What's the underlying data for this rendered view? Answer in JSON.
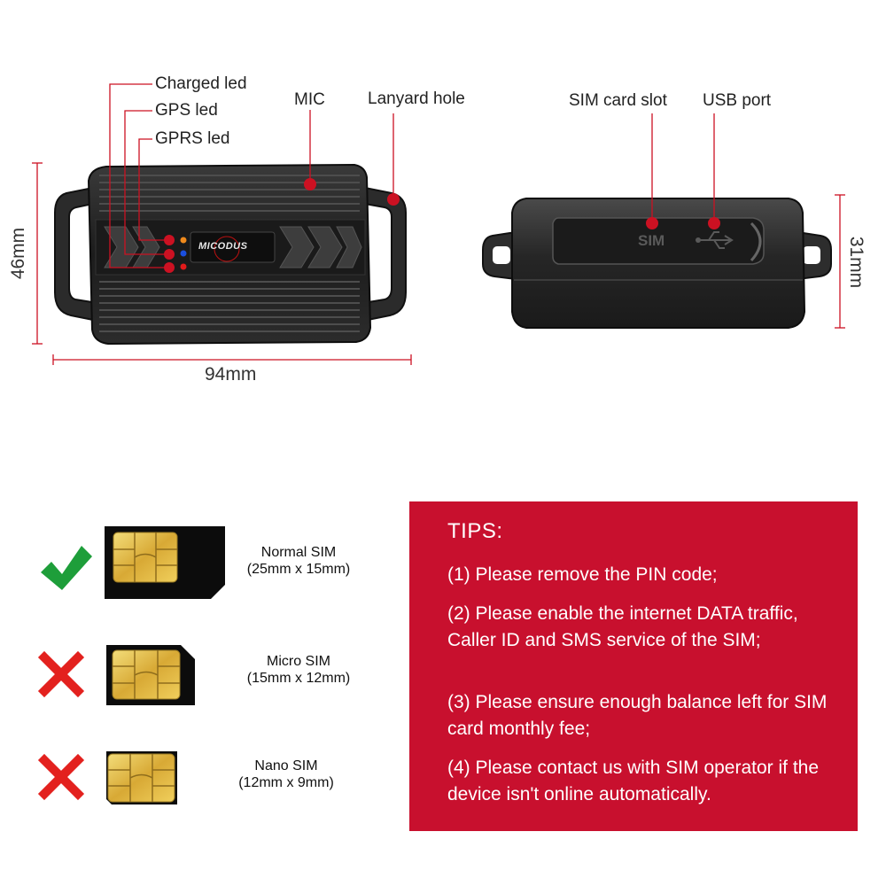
{
  "callouts": {
    "charged_led": "Charged led",
    "gps_led": "GPS led",
    "gprs_led": "GPRS led",
    "mic": "MIC",
    "lanyard_hole": "Lanyard hole",
    "sim_card_slot": "SIM card slot",
    "usb_port": "USB port"
  },
  "dimensions": {
    "height_front": "46mm",
    "width_front": "94mm",
    "height_side": "31mm"
  },
  "device": {
    "brand": "MICODUS",
    "slot_text": "SIM"
  },
  "sim_types": [
    {
      "name": "Normal SIM",
      "size": "(25mm x 15mm)",
      "supported": true,
      "icon": "check-icon"
    },
    {
      "name": "Micro SIM",
      "size": "(15mm x 12mm)",
      "supported": false,
      "icon": "cross-icon"
    },
    {
      "name": "Nano SIM",
      "size": "(12mm x 9mm)",
      "supported": false,
      "icon": "cross-icon"
    }
  ],
  "tips": {
    "title": "TIPS:",
    "items": [
      "(1) Please remove the PIN code;",
      "(2) Please enable the internet DATA traffic, Caller ID and SMS service of the SIM;",
      "(3) Please ensure enough balance left for SIM card monthly fee;",
      "(4) Please contact us with SIM operator if the device isn't online automatically."
    ]
  },
  "colors": {
    "accent_red": "#c8102e",
    "callout_red": "#cc1122",
    "check_green": "#1e9e3a",
    "cross_red": "#e3211e"
  }
}
